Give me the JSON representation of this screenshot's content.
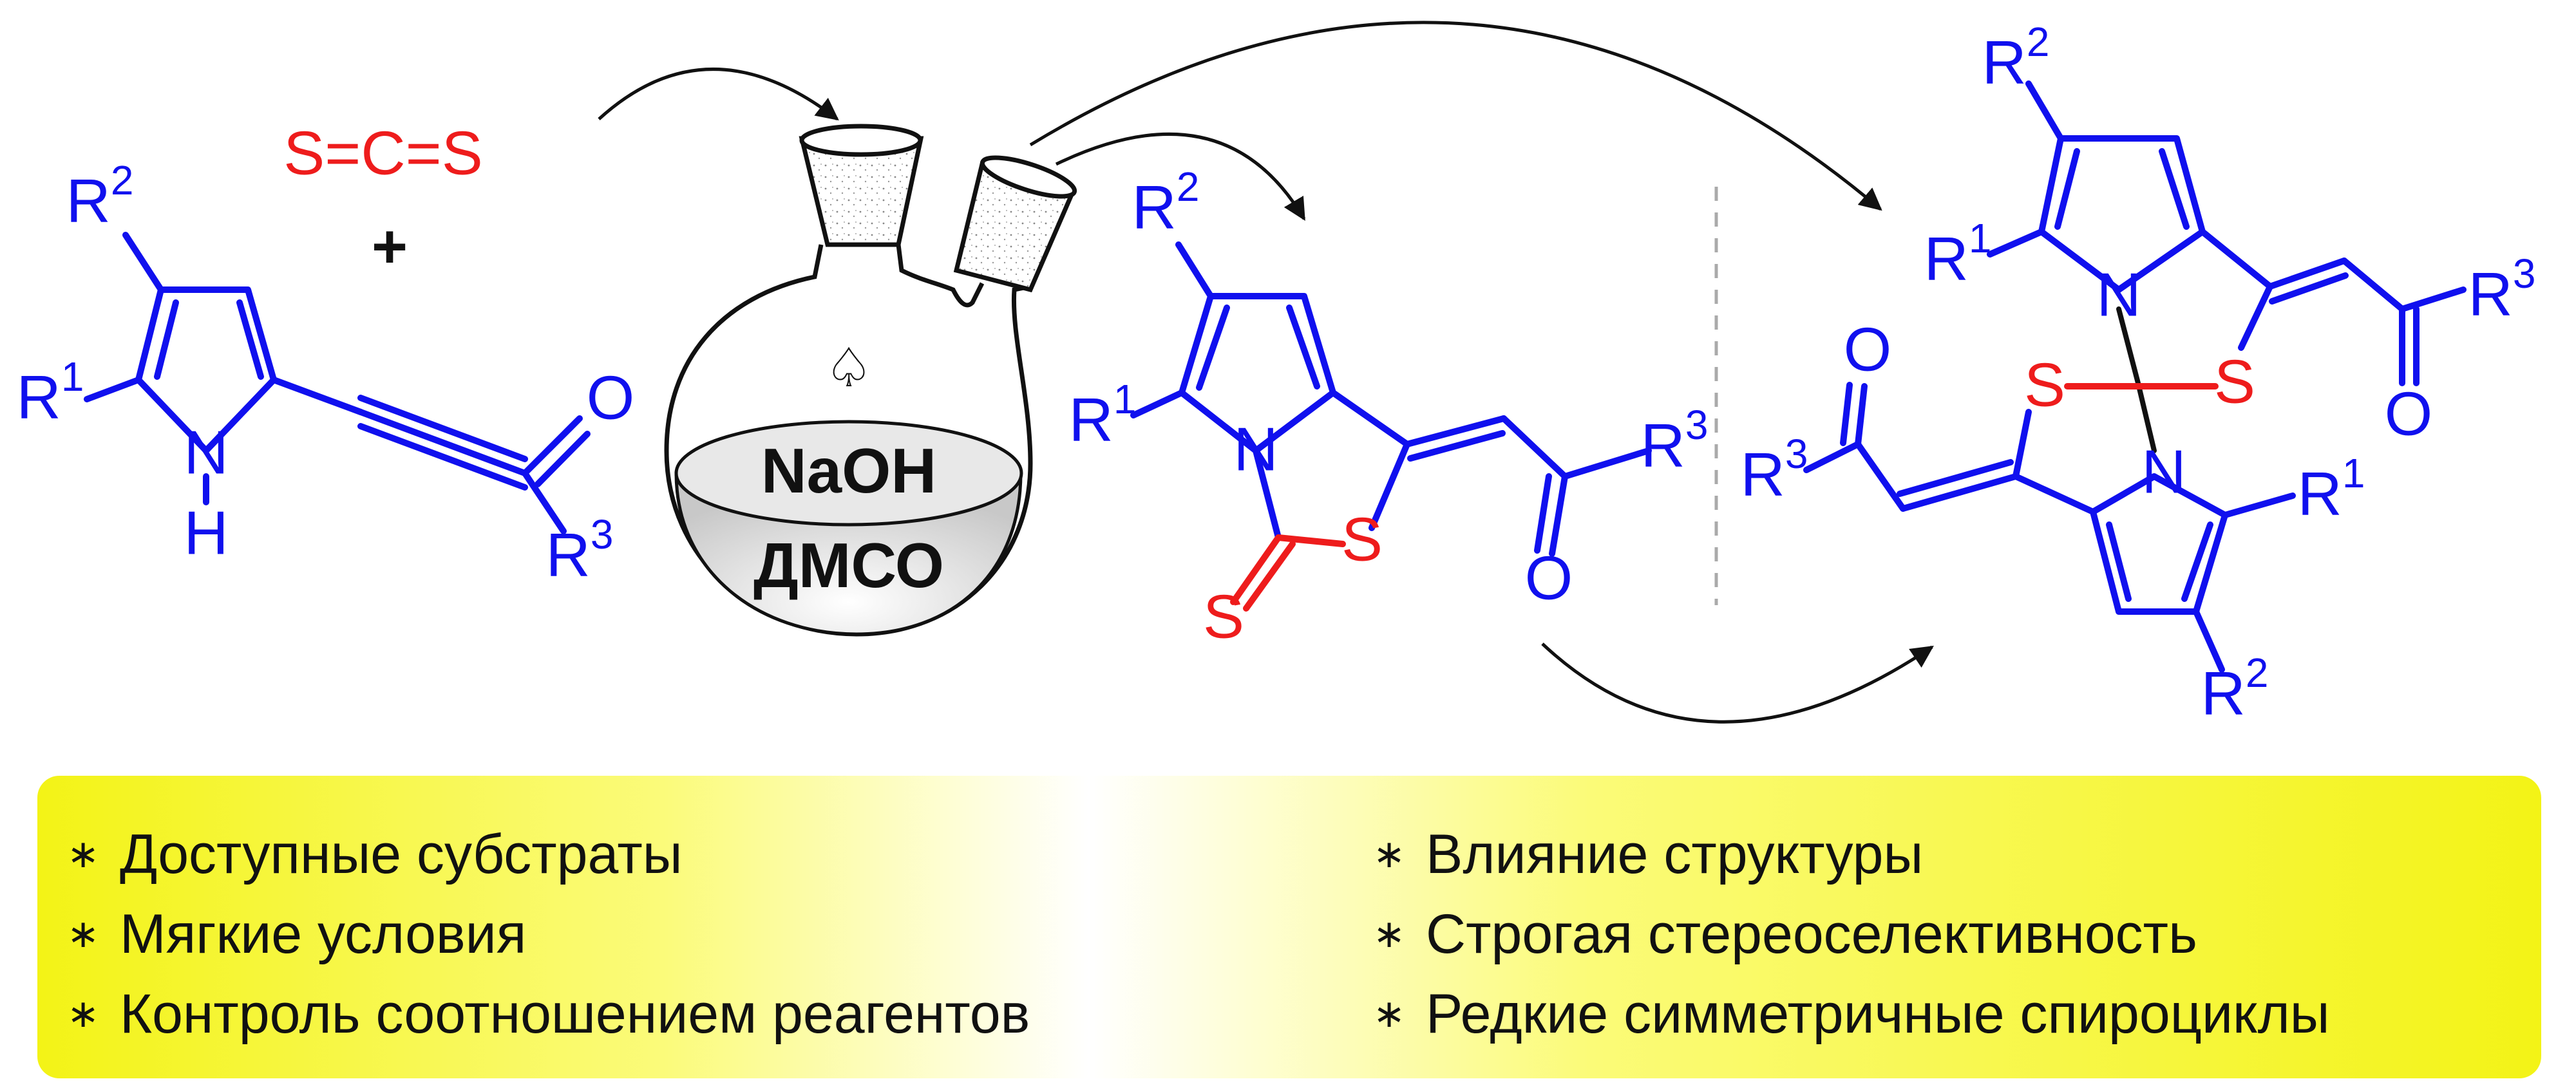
{
  "labels": {
    "cs2": "S=C=S",
    "plus": "+",
    "flask_reagent": "NaOH",
    "flask_solvent": "ДМСО",
    "flask_symbol": "♤",
    "R": "R",
    "sup1": "1",
    "sup2": "2",
    "sup3": "3",
    "N": "N",
    "H": "H",
    "O": "O",
    "S": "S"
  },
  "features": {
    "left": [
      "Доступные субстраты",
      "Мягкие условия",
      "Контроль соотношением реагентов"
    ],
    "right": [
      "Влияние структуры",
      "Строгая стереоселективность",
      "Редкие симметричные спироциклы"
    ],
    "bullet": "∗"
  },
  "colors": {
    "structure": "#1010ee",
    "sulfur_atoms": "#ee1c1c",
    "highlight_panel": "#f3f316"
  }
}
